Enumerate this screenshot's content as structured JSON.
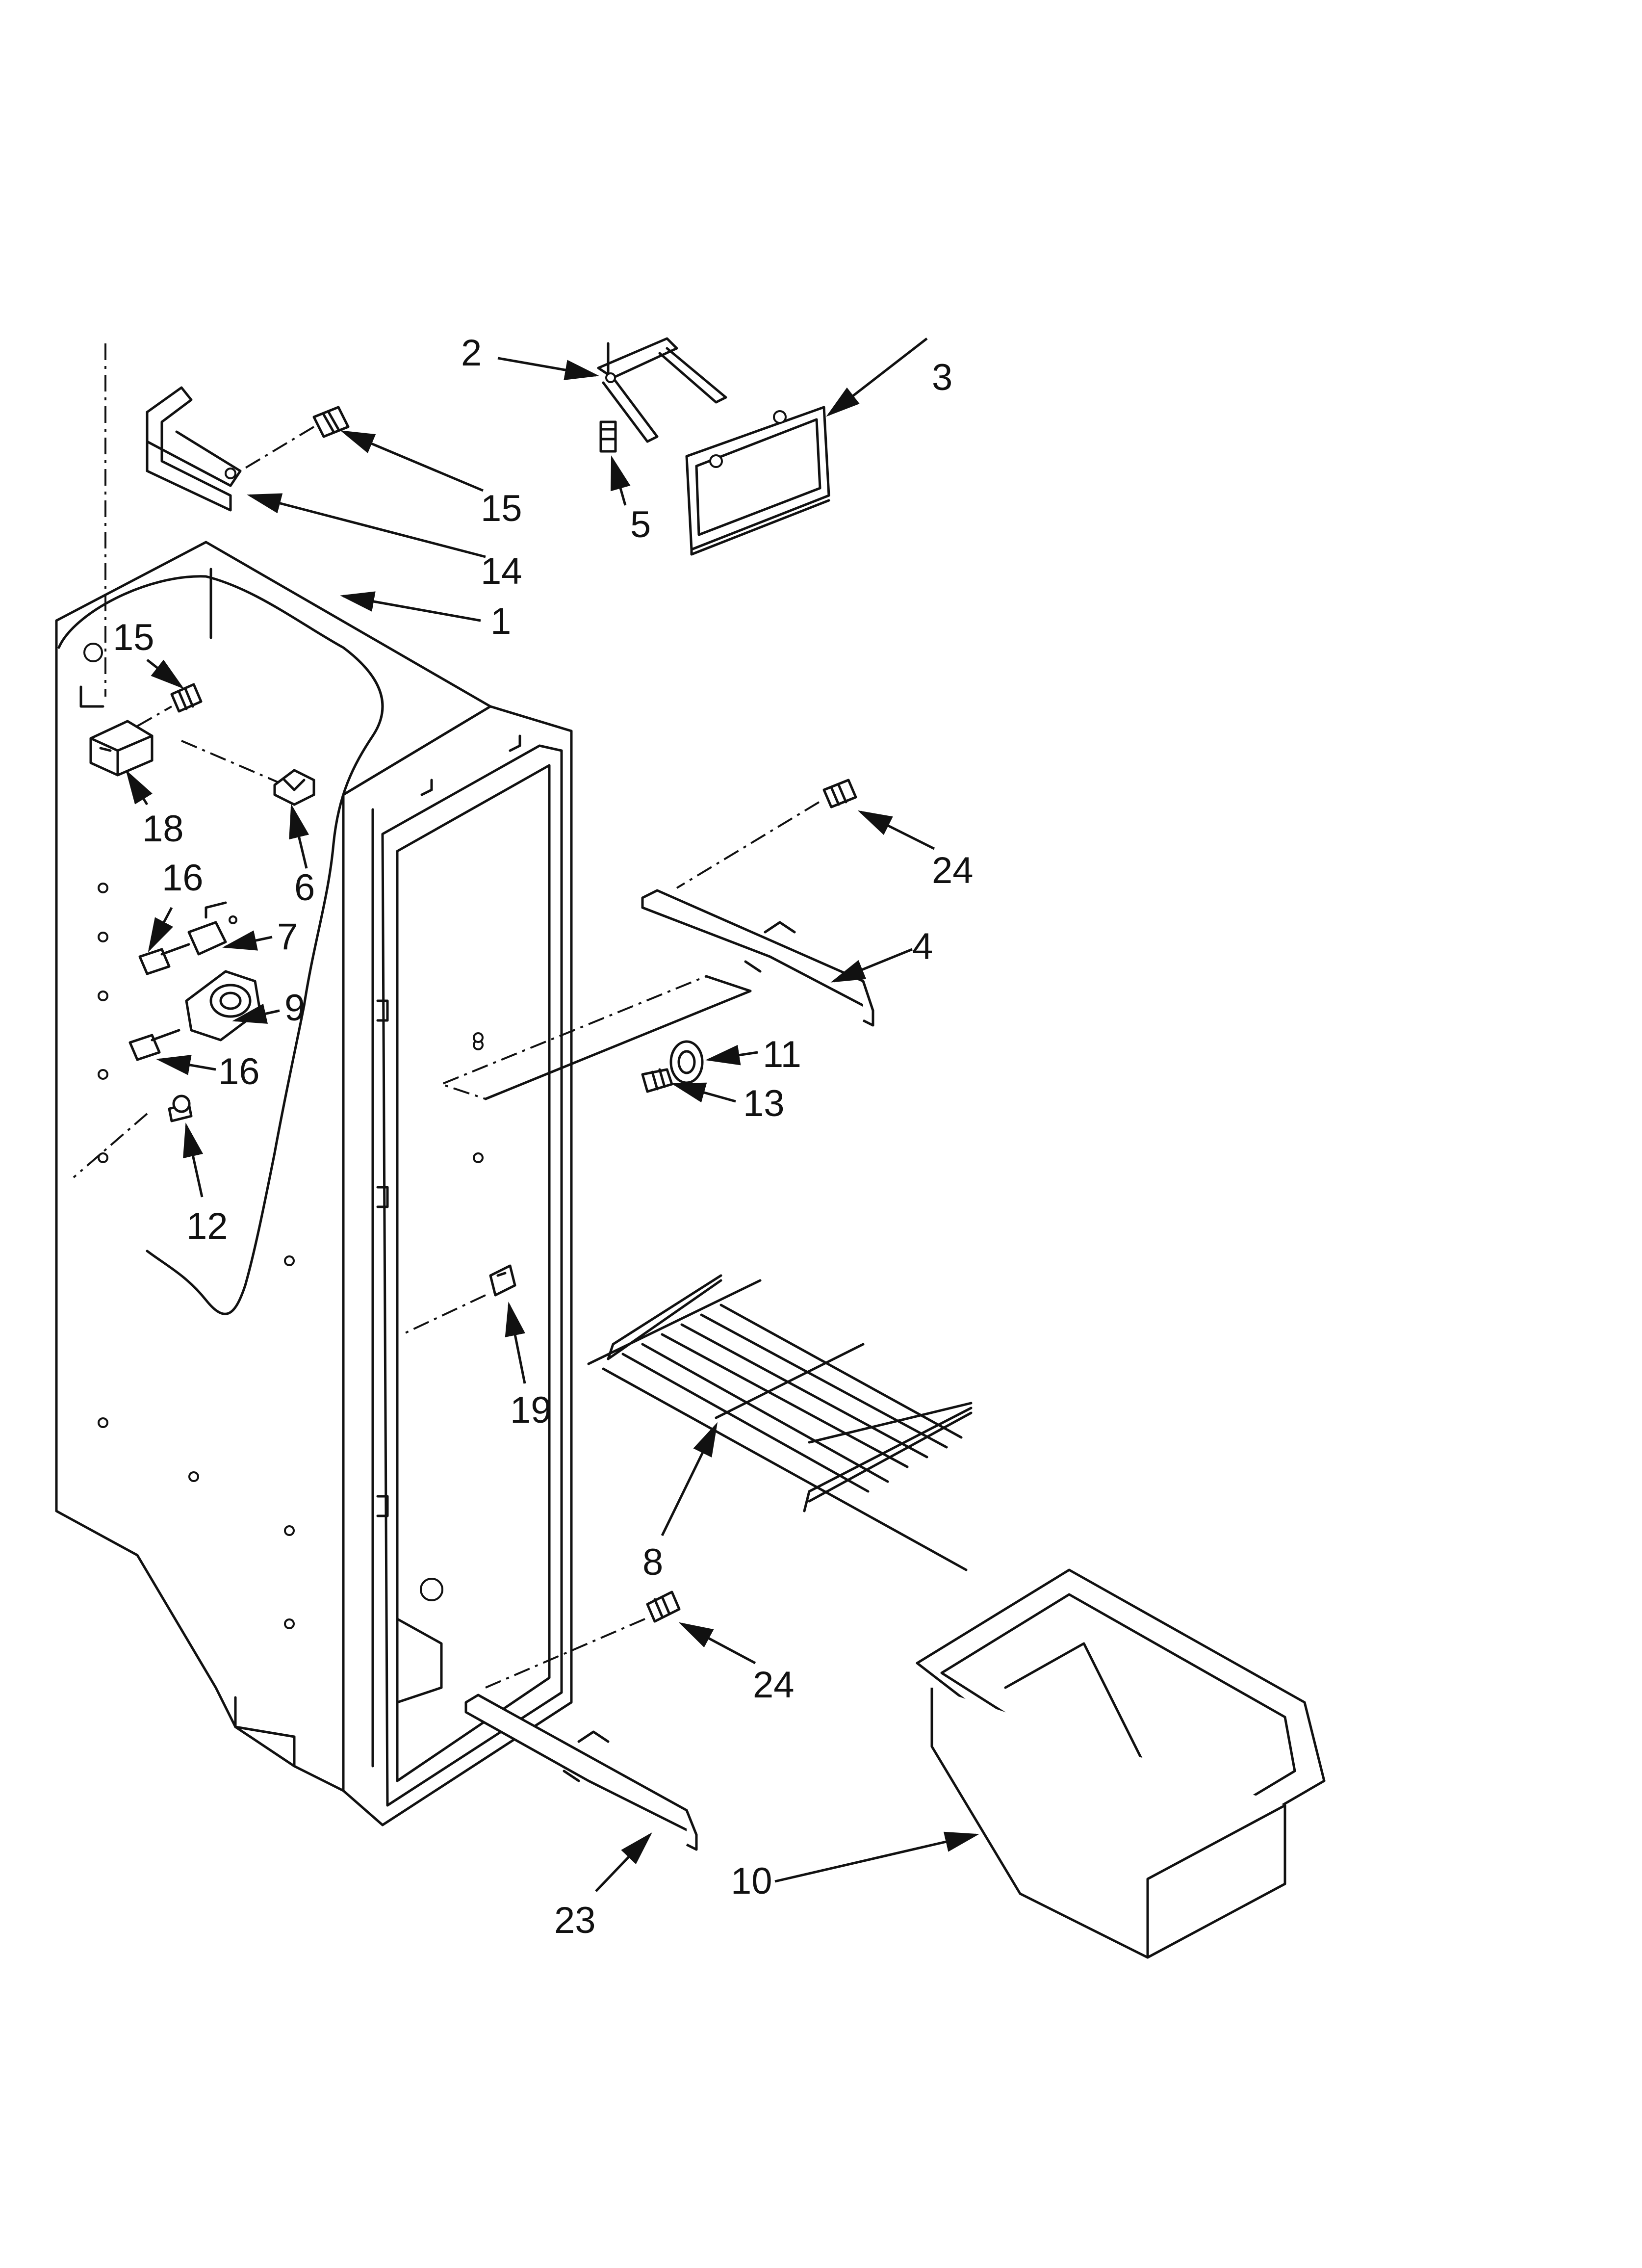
{
  "diagram": {
    "callouts": [
      {
        "label": "1"
      },
      {
        "label": "2"
      },
      {
        "label": "3"
      },
      {
        "label": "4"
      },
      {
        "label": "5"
      },
      {
        "label": "6"
      },
      {
        "label": "7"
      },
      {
        "label": "8"
      },
      {
        "label": "9"
      },
      {
        "label": "10"
      },
      {
        "label": "11"
      },
      {
        "label": "12"
      },
      {
        "label": "13"
      },
      {
        "label": "14"
      },
      {
        "label": "15"
      },
      {
        "label": "15"
      },
      {
        "label": "16"
      },
      {
        "label": "16"
      },
      {
        "label": "18"
      },
      {
        "label": "19"
      },
      {
        "label": "23"
      },
      {
        "label": "24"
      },
      {
        "label": "24"
      }
    ]
  }
}
